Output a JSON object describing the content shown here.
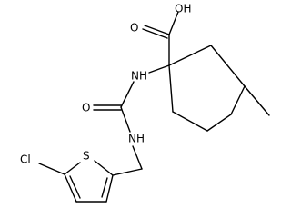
{
  "molecule": {
    "labels": {
      "oh": "OH",
      "o": "O",
      "nh_upper": "NH",
      "nh_lower": "NH",
      "s": "S",
      "cl": "Cl"
    }
  }
}
